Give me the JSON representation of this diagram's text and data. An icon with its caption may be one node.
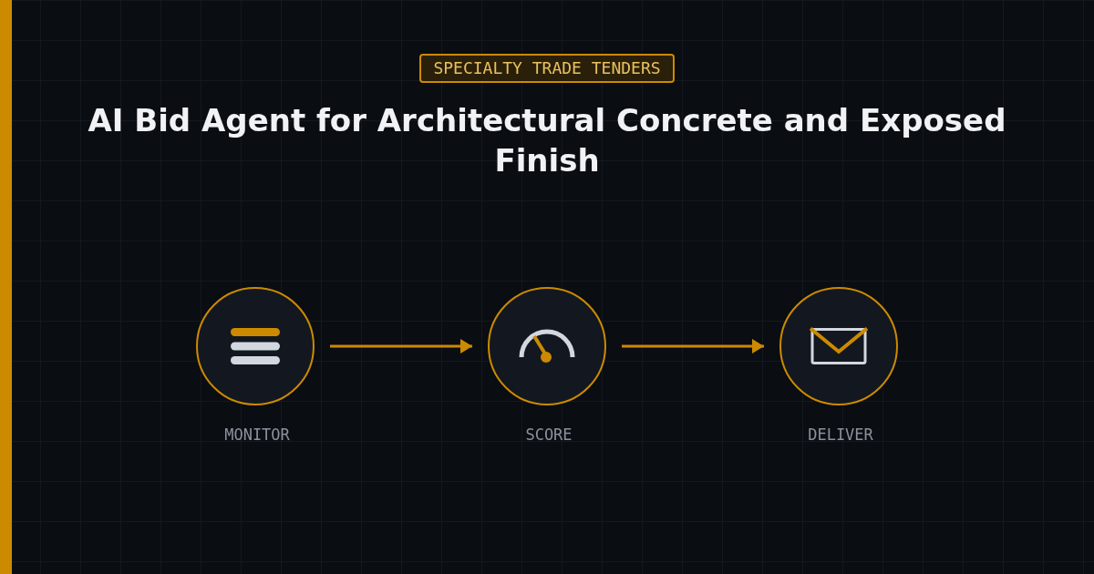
{
  "diagram": {
    "title": "AI Bid Agent for Architectural Concrete and Exposed Finish",
    "nodes": [
      {
        "text": [
          "MONITOR"
        ]
      },
      {
        "text": [
          "SCORE"
        ]
      },
      {
        "text": [
          "DELIVER"
        ]
      }
    ],
    "edges": [
      {
        "from": 0,
        "to": 1,
        "arrow": "to"
      },
      {
        "from": 1,
        "to": 2,
        "arrow": "to"
      }
    ],
    "labels": [
      "SPECIALTY TRADE TENDERS"
    ]
  }
}
